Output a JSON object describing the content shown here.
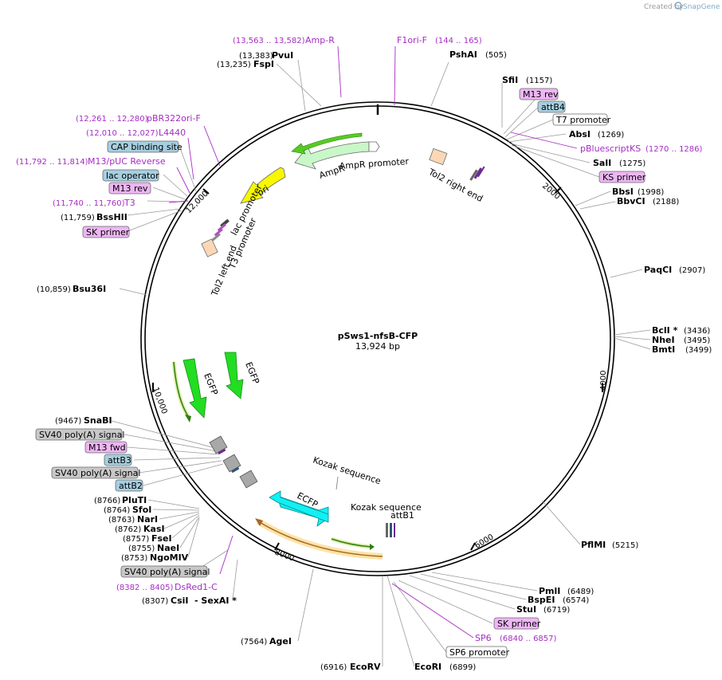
{
  "brand": {
    "created_by": "Created by",
    "app": "SnapGene"
  },
  "plasmid": {
    "name": "pSws1-nfsB-CFP",
    "size": "13,924 bp"
  },
  "ticks": [
    "2000",
    "4000",
    "6000",
    "8000",
    "10,000",
    "12,000"
  ],
  "sites_left": [
    {
      "pos": "(13,383)",
      "name": "PvuI"
    },
    {
      "pos": "(13,235)",
      "name": "FspI"
    },
    {
      "pos": "(11,759)",
      "name": "BssHII"
    },
    {
      "pos": "(10,859)",
      "name": "Bsu36I"
    },
    {
      "pos": "(9467)",
      "name": "SnaBI"
    },
    {
      "pos": "(8766)",
      "name": "PluTI"
    },
    {
      "pos": "(8764)",
      "name": "SfoI"
    },
    {
      "pos": "(8763)",
      "name": "NarI"
    },
    {
      "pos": "(8762)",
      "name": "KasI"
    },
    {
      "pos": "(8757)",
      "name": "FseI"
    },
    {
      "pos": "(8755)",
      "name": "NaeI"
    },
    {
      "pos": "(8753)",
      "name": "NgoMIV"
    },
    {
      "pos": "(8307)",
      "name": "CsiI"
    },
    {
      "pos": "(7564)",
      "name": "AgeI"
    },
    {
      "pos": "(6916)",
      "name": "EcoRV"
    }
  ],
  "sexai": "- SexAI *",
  "sites_right": [
    {
      "name": "PshAI",
      "pos": "(505)"
    },
    {
      "name": "SfiI",
      "pos": "(1157)"
    },
    {
      "name": "AbsI",
      "pos": "(1269)"
    },
    {
      "name": "SalI",
      "pos": "(1275)"
    },
    {
      "name": "BbsI",
      "pos": "(1998)"
    },
    {
      "name": "BbvCI",
      "pos": "(2188)"
    },
    {
      "name": "PaqCI",
      "pos": "(2907)"
    },
    {
      "name": "BclI *",
      "pos": "(3436)"
    },
    {
      "name": "NheI",
      "pos": "(3495)"
    },
    {
      "name": "BmtI",
      "pos": "(3499)"
    },
    {
      "name": "PflMI",
      "pos": "(5215)"
    },
    {
      "name": "PmlI",
      "pos": "(6489)"
    },
    {
      "name": "BspEI",
      "pos": "(6574)"
    },
    {
      "name": "StuI",
      "pos": "(6719)"
    },
    {
      "name": "EcoRI",
      "pos": "(6899)"
    }
  ],
  "primers": [
    {
      "pos": "(13,563 .. 13,582)",
      "name": "Amp-R"
    },
    {
      "name": "F1ori-F",
      "pos": "(144 .. 165)"
    },
    {
      "pos": "(12,261 .. 12,280)",
      "name": "pBR322ori-F"
    },
    {
      "pos": "(12,010 .. 12,027)",
      "name": "L4440"
    },
    {
      "pos": "(11,792 .. 11,814)",
      "name": "M13/pUC Reverse"
    },
    {
      "pos": "(11,740 .. 11,760)",
      "name": "T3"
    },
    {
      "name": "pBluescriptKS",
      "pos": "(1270 .. 1286)"
    },
    {
      "name": "SP6",
      "pos": "(6840 .. 6857)"
    },
    {
      "pos": "(8382 .. 8405)",
      "name": "DsRed1-C"
    }
  ],
  "boxes": [
    {
      "label": "M13 rev",
      "kind": "primer"
    },
    {
      "label": "attB4",
      "kind": "teal"
    },
    {
      "label": "T7 promoter",
      "kind": "white"
    },
    {
      "label": "KS primer",
      "kind": "primer"
    },
    {
      "label": "CAP binding site",
      "kind": "teal"
    },
    {
      "label": "lac operator",
      "kind": "teal"
    },
    {
      "label": "M13 rev",
      "kind": "primer"
    },
    {
      "label": "SK primer",
      "kind": "primer"
    },
    {
      "label": "SV40 poly(A) signal",
      "kind": "grey"
    },
    {
      "label": "M13 fwd",
      "kind": "primer"
    },
    {
      "label": "attB3",
      "kind": "teal"
    },
    {
      "label": "SV40 poly(A) signal",
      "kind": "grey"
    },
    {
      "label": "attB2",
      "kind": "teal"
    },
    {
      "label": "SV40 poly(A) signal",
      "kind": "grey"
    },
    {
      "label": "SK primer",
      "kind": "primer"
    },
    {
      "label": "SP6 promoter",
      "kind": "white"
    }
  ],
  "features": {
    "ampr": "AmpR",
    "ampr_promoter": "AmpR promoter",
    "tol2_right": "Tol2 right end",
    "ori": "ori",
    "lac_promoter": "lac promoter",
    "t3_promoter": "T3 promoter",
    "tol2_left": "Tol2 left end",
    "egfp_1": "EGFP",
    "egfp_2": "EGFP",
    "ecfp": "ECFP",
    "kozak_1": "Kozak sequence",
    "kozak_2": "Kozak sequence",
    "attb1": "attB1"
  },
  "colors": {
    "primer_text": "#a62cc4",
    "primer_box": "#eeb6f5",
    "teal_box": "#a6cfe0",
    "grey_box": "#c8c8c8",
    "ampr": "#c9f7c9",
    "ori": "#f7f700",
    "egfp": "#22dd22",
    "ecfp": "#11f0f4",
    "tol2": "#fad8b5"
  }
}
